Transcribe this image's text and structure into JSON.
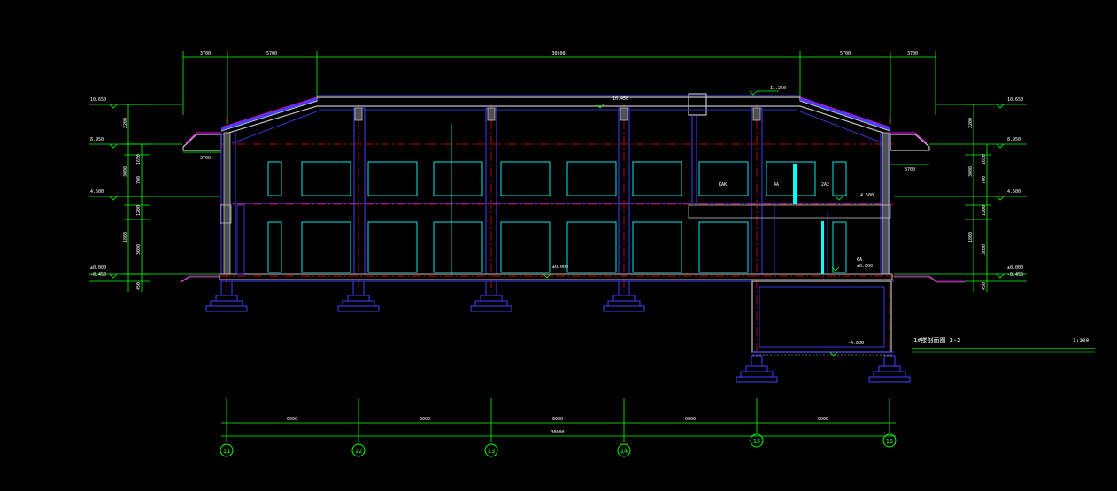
{
  "drawing": {
    "title": "1#楼剖面图 2-2",
    "scale": "1:100"
  },
  "elevations": {
    "left": [
      "10.650",
      "8.950",
      "4.500",
      "±0.000",
      "-0.450"
    ],
    "right": [
      "10.650",
      "8.950",
      "4.500",
      "±0.000",
      "-0.450"
    ],
    "inner": [
      "10.450",
      "11.250",
      "±0.000",
      "4.500",
      "±0.000",
      "-4.800"
    ]
  },
  "top_dims": [
    "3700",
    "5700",
    "30600",
    "5700",
    "3700"
  ],
  "side_dims_left": [
    "2200",
    "1650",
    "3000",
    "700",
    "1200",
    "1800",
    "3000",
    "450"
  ],
  "side_dims_right": [
    "2200",
    "1650",
    "3000",
    "700",
    "1200",
    "1800",
    "3000",
    "450"
  ],
  "eave_labels": [
    "3700",
    "3700"
  ],
  "room_labels": [
    "KAK",
    "4A",
    "2A2",
    "6A"
  ],
  "bottom_dims": [
    "6000",
    "6000",
    "6000",
    "6000",
    "6000"
  ],
  "bottom_total": "30000",
  "axes": [
    "11",
    "12",
    "13",
    "14",
    "15",
    "16"
  ],
  "colors": {
    "background": "#000000",
    "wall": "#4040ff",
    "structure": "#c0c0c0",
    "dimension": "#00ff00",
    "window": "#00ffff",
    "axis_line": "#ff0000",
    "roof": "#ff00ff",
    "text": "#ffffff"
  }
}
